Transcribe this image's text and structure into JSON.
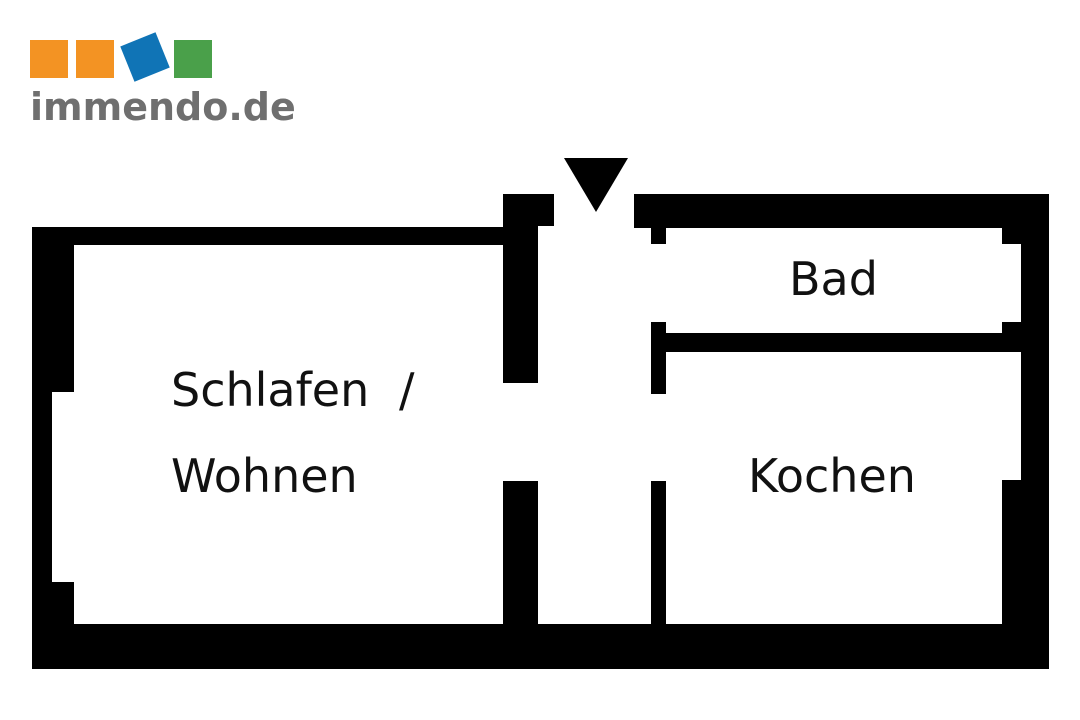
{
  "logo": {
    "text": "immendo.de",
    "colors": [
      "#f39323",
      "#f39323",
      "#1074b6",
      "#4aa04a"
    ],
    "text_color": "#6f6f6f"
  },
  "plan": {
    "entrance_icon": "entrance-arrow-down-icon",
    "rooms": {
      "schlafen_line1": "Schlafen",
      "schlafen_slash": "/",
      "schlafen_line2": "Wohnen",
      "bad": "Bad",
      "kochen": "Kochen"
    },
    "wall_color": "#000000"
  }
}
